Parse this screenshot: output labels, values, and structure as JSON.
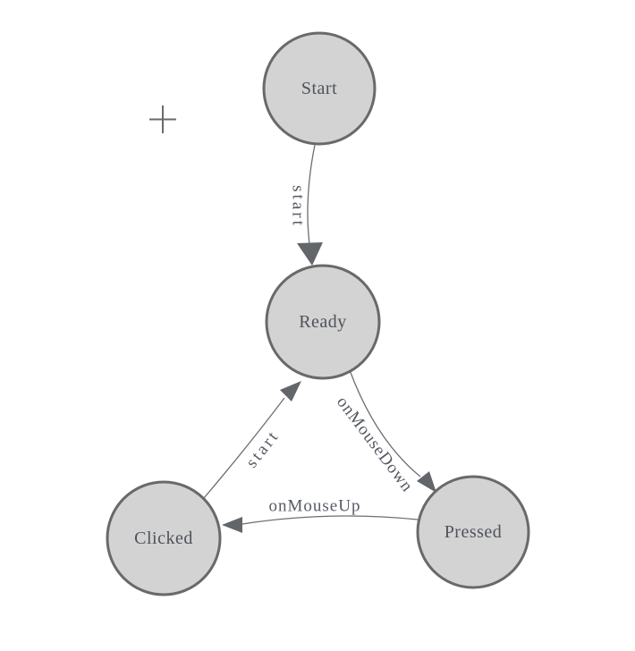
{
  "diagram": {
    "type": "state-machine-graph",
    "nodes": [
      {
        "id": "start",
        "label": "Start"
      },
      {
        "id": "ready",
        "label": "Ready"
      },
      {
        "id": "clicked",
        "label": "Clicked"
      },
      {
        "id": "pressed",
        "label": "Pressed"
      }
    ],
    "edges": [
      {
        "from": "Start",
        "to": "Ready",
        "label": "start"
      },
      {
        "from": "Clicked",
        "to": "Ready",
        "label": "start"
      },
      {
        "from": "Ready",
        "to": "Pressed",
        "label": "onMouseDown"
      },
      {
        "from": "Pressed",
        "to": "Clicked",
        "label": "onMouseUp"
      }
    ],
    "cursor": {
      "icon": "plus-crosshair"
    },
    "colors": {
      "background": "#ffffff",
      "node_fill": "#d3d3d3",
      "node_border": "#696969",
      "edge_line": "#6e6e6e",
      "arrowhead": "#62656a",
      "node_text": "#4e525a",
      "edge_text": "#565a63",
      "cursor": "#6a6a6a"
    }
  }
}
